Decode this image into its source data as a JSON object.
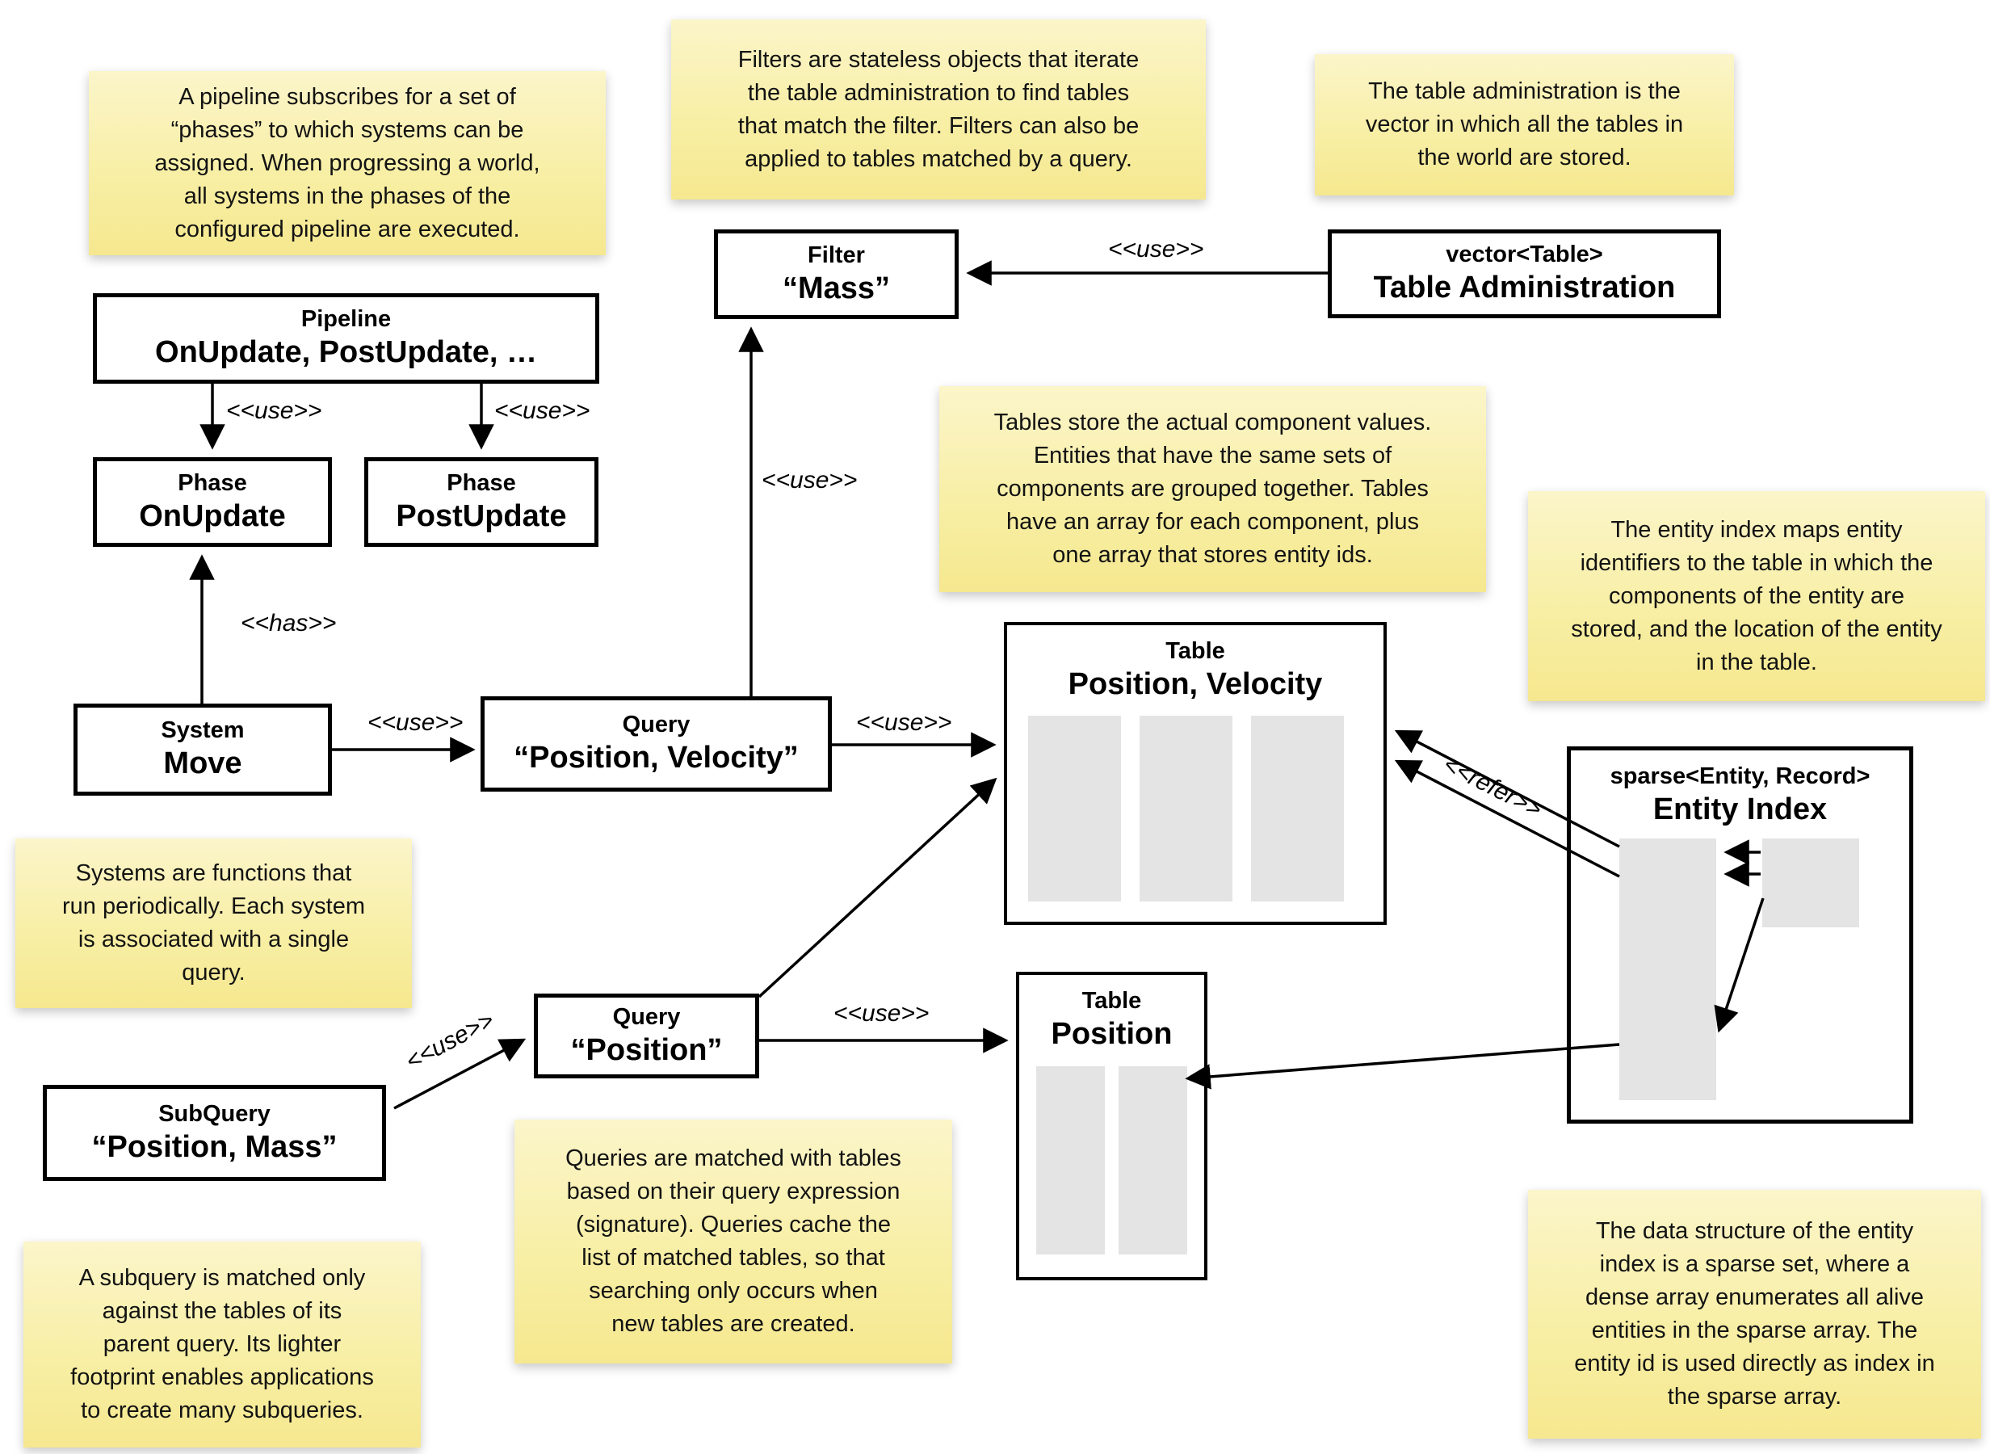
{
  "colors": {
    "note_bg_top": "#FBF5CA",
    "note_bg_bottom": "#F5E88F",
    "box_border": "#000000",
    "box_bg": "#FFFFFF",
    "array_fill": "#E4E4E4",
    "text": "#131313"
  },
  "notes": {
    "pipeline": {
      "text": "A pipeline subscribes for a set of\n“phases” to which systems can be\nassigned. When progressing a world,\nall systems in the phases of the\nconfigured pipeline are executed."
    },
    "filters": {
      "text": "Filters are stateless objects that iterate\nthe table administration to find tables\nthat match the filter. Filters can also be\napplied to tables matched by a query."
    },
    "table_admin": {
      "text": "The table administration is the\nvector in which all the tables in\nthe world are stored."
    },
    "tables": {
      "text": "Tables store the actual component values.\nEntities that have the same sets of\ncomponents are grouped together. Tables\nhave an array for each component, plus\none array that stores entity ids."
    },
    "entity_index": {
      "text": "The entity index maps entity\nidentifiers to the table in which the\ncomponents of the entity are\nstored, and the location of the entity\nin the table."
    },
    "systems": {
      "text": "Systems are functions that\nrun periodically. Each system\nis associated with a single\nquery."
    },
    "queries": {
      "text": "Queries are matched with tables\nbased on their query expression\n(signature). Queries cache the\nlist of matched tables, so that\nsearching only occurs when\nnew tables are created."
    },
    "subquery": {
      "text": "A subquery is matched only\nagainst the tables of its\nparent query. Its lighter\nfootprint enables applications\nto create many subqueries."
    },
    "sparse_set": {
      "text": "The data structure of the entity\nindex is a sparse set, where a\ndense array enumerates all alive\nentities in the sparse array. The\nentity id is used directly as index in\nthe sparse array."
    }
  },
  "nodes": {
    "pipeline": {
      "kind": "Pipeline",
      "name": "OnUpdate, PostUpdate, …"
    },
    "phase_onupdate": {
      "kind": "Phase",
      "name": "OnUpdate"
    },
    "phase_postupdate": {
      "kind": "Phase",
      "name": "PostUpdate"
    },
    "filter_mass": {
      "kind": "Filter",
      "name": "“Mass”"
    },
    "table_admin": {
      "kind": "vector<Table>",
      "name": "Table Administration"
    },
    "system_move": {
      "kind": "System",
      "name": "Move"
    },
    "query_pos_vel": {
      "kind": "Query",
      "name": "“Position, Velocity”"
    },
    "table_pos_vel": {
      "kind": "Table",
      "name": "Position, Velocity"
    },
    "query_pos": {
      "kind": "Query",
      "name": "“Position”"
    },
    "subquery_pos_mass": {
      "kind": "SubQuery",
      "name": "“Position, Mass”"
    },
    "table_pos": {
      "kind": "Table",
      "name": "Position"
    },
    "entity_index": {
      "kind": "sparse<Entity, Record>",
      "name": "Entity Index"
    }
  },
  "edge_labels": {
    "use": "<<use>>",
    "has": "<<has>>",
    "refer": "<<refer>>"
  }
}
